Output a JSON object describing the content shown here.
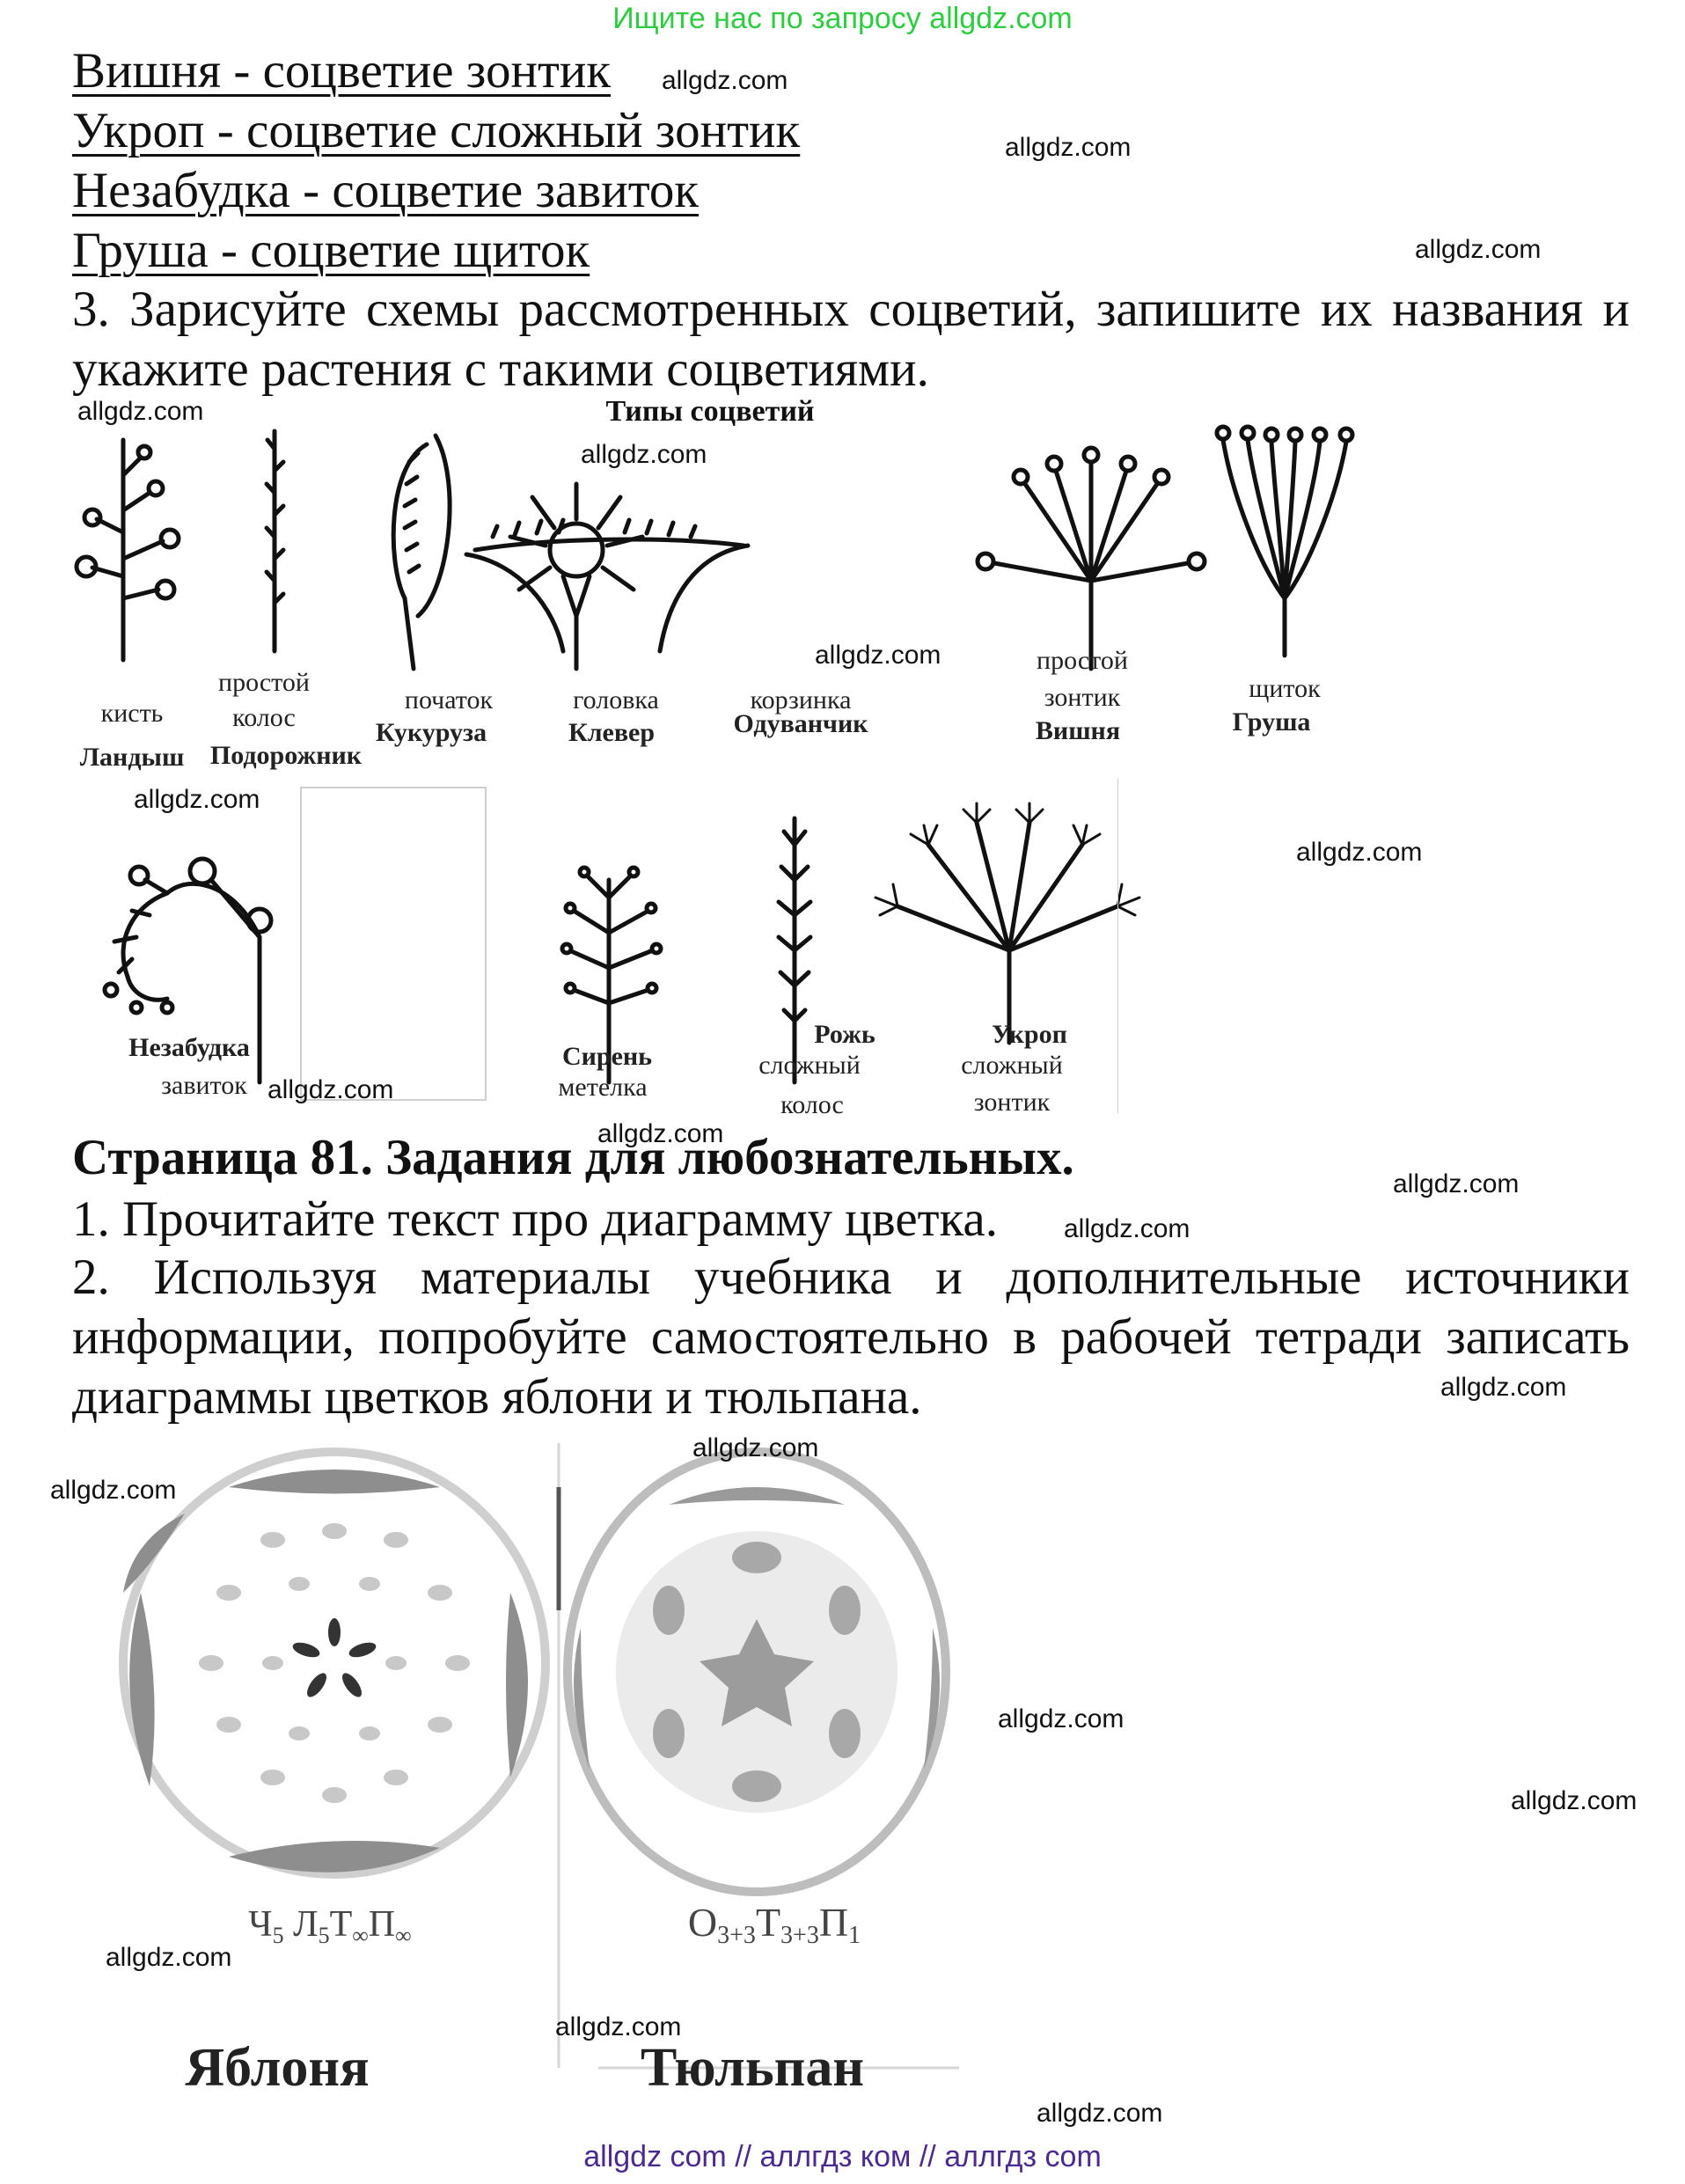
{
  "banner": "Ищите нас по запросу allgdz.com",
  "answers": [
    "Вишня - соцветие зонтик",
    "Укроп - соцветие сложный зонтик",
    "Незабудка - соцветие завиток",
    "Груша - соцветие щиток"
  ],
  "task3": "3. Зарисуйте схемы рассмотренных соцветий, запишите их названия и укажите растения с такими соцветиями.",
  "figure1": {
    "title": "Типы соцветий",
    "row1": [
      {
        "type": "кисть",
        "plant": "Ландыш"
      },
      {
        "type": "простой колос",
        "plant": "Подорожник"
      },
      {
        "type": "початок",
        "plant": "Кукуруза"
      },
      {
        "type": "головка",
        "plant": "Клевер"
      },
      {
        "type": "корзинка",
        "plant": "Одуванчик"
      },
      {
        "type": "простой зонтик",
        "plant": "Вишня"
      },
      {
        "type": "щиток",
        "plant": "Груша"
      }
    ],
    "row2": [
      {
        "type": "завиток",
        "plant": "Незабудка"
      },
      {
        "type": "метелка",
        "plant": "Сирень"
      },
      {
        "type": "сложный колос",
        "plant": "Рожь"
      },
      {
        "type": "сложный зонтик",
        "plant": "Укроп"
      }
    ]
  },
  "section_heading": "Страница 81. Задания для любознательных.",
  "task1": "1. Прочитайте текст про диаграмму цветка.",
  "task2": "2. Используя материалы учебника и дополнительные источники информации, попробуйте самостоятельно в рабочей тетради записать диаграммы цветков яблони и тюльпана.",
  "diagrams": [
    {
      "name": "Яблоня",
      "formula_parts": [
        "Ч",
        "5",
        " Л",
        "5",
        "Т",
        "∞",
        "П",
        "∞"
      ]
    },
    {
      "name": "Тюльпан",
      "formula_parts": [
        "О",
        "3+3",
        "Т",
        "3+3",
        "П",
        "1"
      ]
    }
  ],
  "watermark": "allgdz.com",
  "footer": "allgdz com  //  аллгдз ком  //  аллгдз com"
}
